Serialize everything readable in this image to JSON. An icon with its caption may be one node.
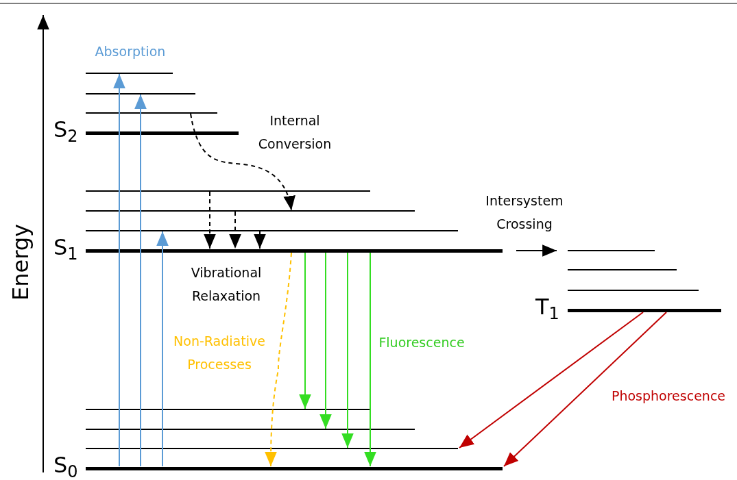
{
  "diagram": {
    "nodes": [
      {
        "text": [],
        "shape": "bar"
      },
      {
        "text": [],
        "shape": "bar"
      },
      {
        "text": [],
        "shape": "bar"
      },
      {
        "text": [
          "S$_{2}$"
        ]
      },
      {
        "text": [],
        "shape": "bar"
      },
      {
        "text": [],
        "shape": "bar"
      },
      {
        "text": [],
        "shape": "bar"
      },
      {
        "text": [
          "S$_{1}$"
        ]
      },
      {
        "text": [],
        "shape": "bar"
      },
      {
        "text": [],
        "shape": "bar"
      },
      {
        "text": [],
        "shape": "bar"
      },
      {
        "text": [
          "T$_{1}$"
        ]
      },
      {
        "text": [],
        "shape": "bar"
      },
      {
        "text": [],
        "shape": "bar"
      },
      {
        "text": [],
        "shape": "bar"
      },
      {
        "text": [
          "S$_{0}$"
        ]
      }
    ],
    "edges": [
      {
        "from": 15,
        "to": 0,
        "arrow": "to",
        "color": "#5b9bd5"
      },
      {
        "from": 15,
        "to": 1,
        "arrow": "to",
        "color": "#5b9bd5"
      },
      {
        "from": 15,
        "to": 6,
        "arrow": "to",
        "color": "#5b9bd5"
      },
      {
        "from": 2,
        "to": 5,
        "arrow": "to",
        "style": "dashed"
      },
      {
        "from": 4,
        "to": 7,
        "arrow": "to",
        "style": "dashed"
      },
      {
        "from": 5,
        "to": 7,
        "arrow": "to",
        "style": "dashed"
      },
      {
        "from": 6,
        "to": 7,
        "arrow": "to",
        "style": "dashed"
      },
      {
        "from": 7,
        "to": 8,
        "arrow": "to"
      },
      {
        "from": 7,
        "to": 15,
        "arrow": "to",
        "style": "dashed",
        "color": "#ffc000"
      },
      {
        "from": 7,
        "to": 12,
        "arrow": "to",
        "color": "#33dd22"
      },
      {
        "from": 7,
        "to": 13,
        "arrow": "to",
        "color": "#33dd22"
      },
      {
        "from": 7,
        "to": 14,
        "arrow": "to",
        "color": "#33dd22"
      },
      {
        "from": 7,
        "to": 15,
        "arrow": "to",
        "color": "#33dd22"
      },
      {
        "from": 11,
        "to": 14,
        "arrow": "to",
        "color": "#c00000"
      },
      {
        "from": 11,
        "to": 15,
        "arrow": "to",
        "color": "#c00000"
      }
    ],
    "labels": [
      "Energy",
      "Absorption",
      "Internal Conversion",
      "Intersystem Crossing",
      "Vibrational Relaxation",
      "Non-Radiative Processes",
      "Fluorescence",
      "Phosphorescence"
    ]
  }
}
